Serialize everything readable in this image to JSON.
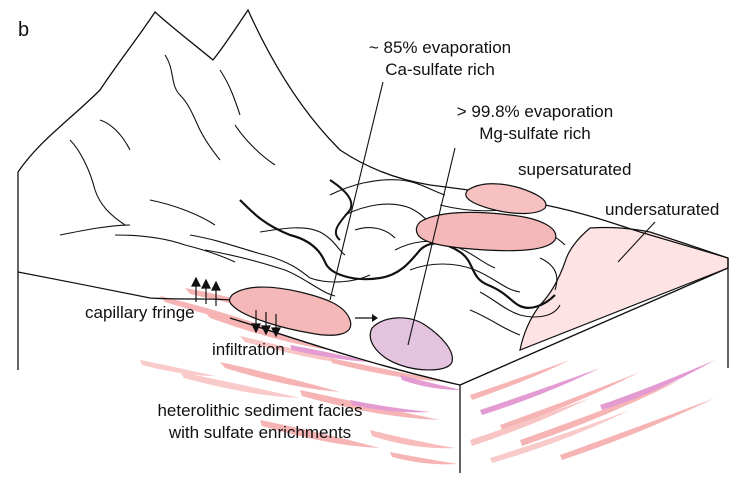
{
  "panel_letter": "b",
  "labels": {
    "ca_line1": "~ 85% evaporation",
    "ca_line2": "Ca-sulfate rich",
    "mg_line1": "> 99.8% evaporation",
    "mg_line2": "Mg-sulfate rich",
    "supersaturated": "supersaturated",
    "undersaturated": "undersaturated",
    "capillary_fringe": "capillary fringe",
    "infiltration": "infiltration",
    "facies_line1": "heterolithic sediment facies",
    "facies_line2": "with sulfate enrichments"
  },
  "colors": {
    "outline": "#111111",
    "ca_pond": "#f5b8b8",
    "mg_pond": "#e3c3de",
    "supersaturated_pond": "#f7c1c1",
    "undersaturated_area": "#fde3e3",
    "sediment_pink": "#f6b4b4",
    "sediment_magenta": "#e39bd2"
  }
}
